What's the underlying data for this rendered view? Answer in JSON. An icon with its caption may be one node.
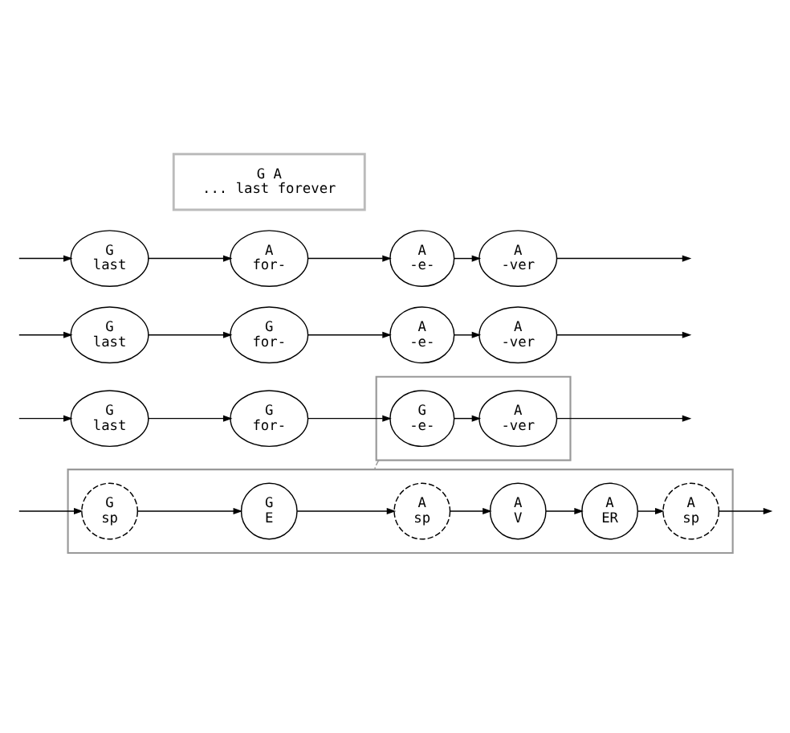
{
  "diagram": {
    "nodes": [
      {
        "text": [
          "G A",
          "... last forever"
        ]
      },
      {
        "text": [
          "G",
          "last"
        ]
      },
      {
        "text": [
          "A",
          "for-"
        ]
      },
      {
        "text": [
          "A",
          "-e-"
        ]
      },
      {
        "text": [
          "A",
          "-ver"
        ]
      },
      {
        "text": [
          "G",
          "last"
        ]
      },
      {
        "text": [
          "G",
          "for-"
        ]
      },
      {
        "text": [
          "A",
          "-e-"
        ]
      },
      {
        "text": [
          "A",
          "-ver"
        ]
      },
      {
        "text": [
          "G",
          "last"
        ]
      },
      {
        "text": [
          "G",
          "for-"
        ]
      },
      {
        "text": [],
        "shape": "box"
      },
      {
        "text": [
          "G",
          "-e-"
        ],
        "in": 11
      },
      {
        "text": [
          "A",
          "-ver"
        ],
        "in": 11
      },
      {
        "text": [],
        "shape": "box"
      },
      {
        "text": [
          "G",
          "sp"
        ],
        "in": 14
      },
      {
        "text": [
          "G",
          "E"
        ],
        "in": 14
      },
      {
        "text": [
          "A",
          "sp"
        ],
        "in": 14
      },
      {
        "text": [
          "A",
          "V"
        ],
        "in": 14
      },
      {
        "text": [
          "A",
          "ER"
        ],
        "in": 14
      },
      {
        "text": [
          "A",
          "sp"
        ],
        "in": 14
      }
    ],
    "edges": [
      {
        "from": null,
        "to": 1,
        "arrow": "to"
      },
      {
        "from": null,
        "to": 5,
        "arrow": "to"
      },
      {
        "from": null,
        "to": 9,
        "arrow": "to"
      },
      {
        "from": 1,
        "to": 2,
        "arrow": "to"
      },
      {
        "from": 2,
        "to": 3,
        "arrow": "to"
      },
      {
        "from": 3,
        "to": 4,
        "arrow": "to"
      },
      {
        "from": 4,
        "to": null,
        "arrow": "to"
      },
      {
        "from": 5,
        "to": 6,
        "arrow": "to"
      },
      {
        "from": 6,
        "to": 7,
        "arrow": "to"
      },
      {
        "from": 7,
        "to": 8,
        "arrow": "to"
      },
      {
        "from": 8,
        "to": null,
        "arrow": "to"
      },
      {
        "from": 9,
        "to": 10,
        "arrow": "to"
      },
      {
        "from": 10,
        "to": 12,
        "arrow": "to"
      },
      {
        "from": 12,
        "to": 13,
        "arrow": "to"
      },
      {
        "from": 13,
        "to": null,
        "arrow": "to"
      },
      {
        "from": 11,
        "to": 14,
        "arrow": "none",
        "style": "dashed",
        "color": "#999999"
      },
      {
        "from": null,
        "to": 15,
        "arrow": "to"
      },
      {
        "from": 15,
        "to": 16,
        "arrow": "to"
      },
      {
        "from": 16,
        "to": 17,
        "arrow": "to"
      },
      {
        "from": 17,
        "to": 18,
        "arrow": "to"
      },
      {
        "from": 18,
        "to": 19,
        "arrow": "to"
      },
      {
        "from": 19,
        "to": 20,
        "arrow": "to"
      },
      {
        "from": 20,
        "to": null,
        "arrow": "to"
      }
    ]
  }
}
